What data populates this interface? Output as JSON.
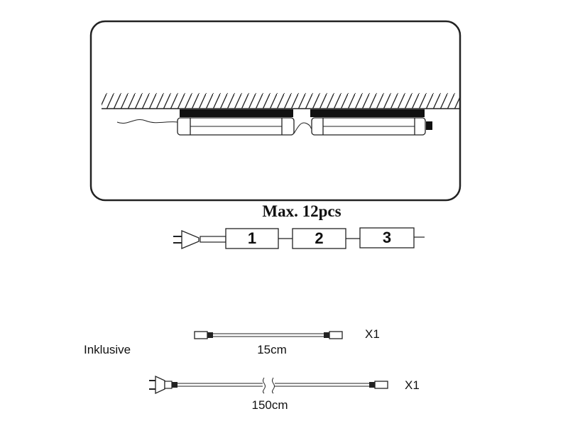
{
  "diagram": {
    "installation_panel": {
      "description": "Two linkable LED tube lights mounted under a ceiling, connected by cable"
    },
    "chain": {
      "title": "Max. 12pcs",
      "units": [
        "1",
        "2",
        "3"
      ]
    },
    "included": {
      "label": "Inklusive",
      "items": [
        {
          "name": "connector-cable",
          "length": "15cm",
          "quantity": "X1"
        },
        {
          "name": "power-cable-with-plug",
          "length": "150cm",
          "quantity": "X1"
        }
      ]
    }
  }
}
